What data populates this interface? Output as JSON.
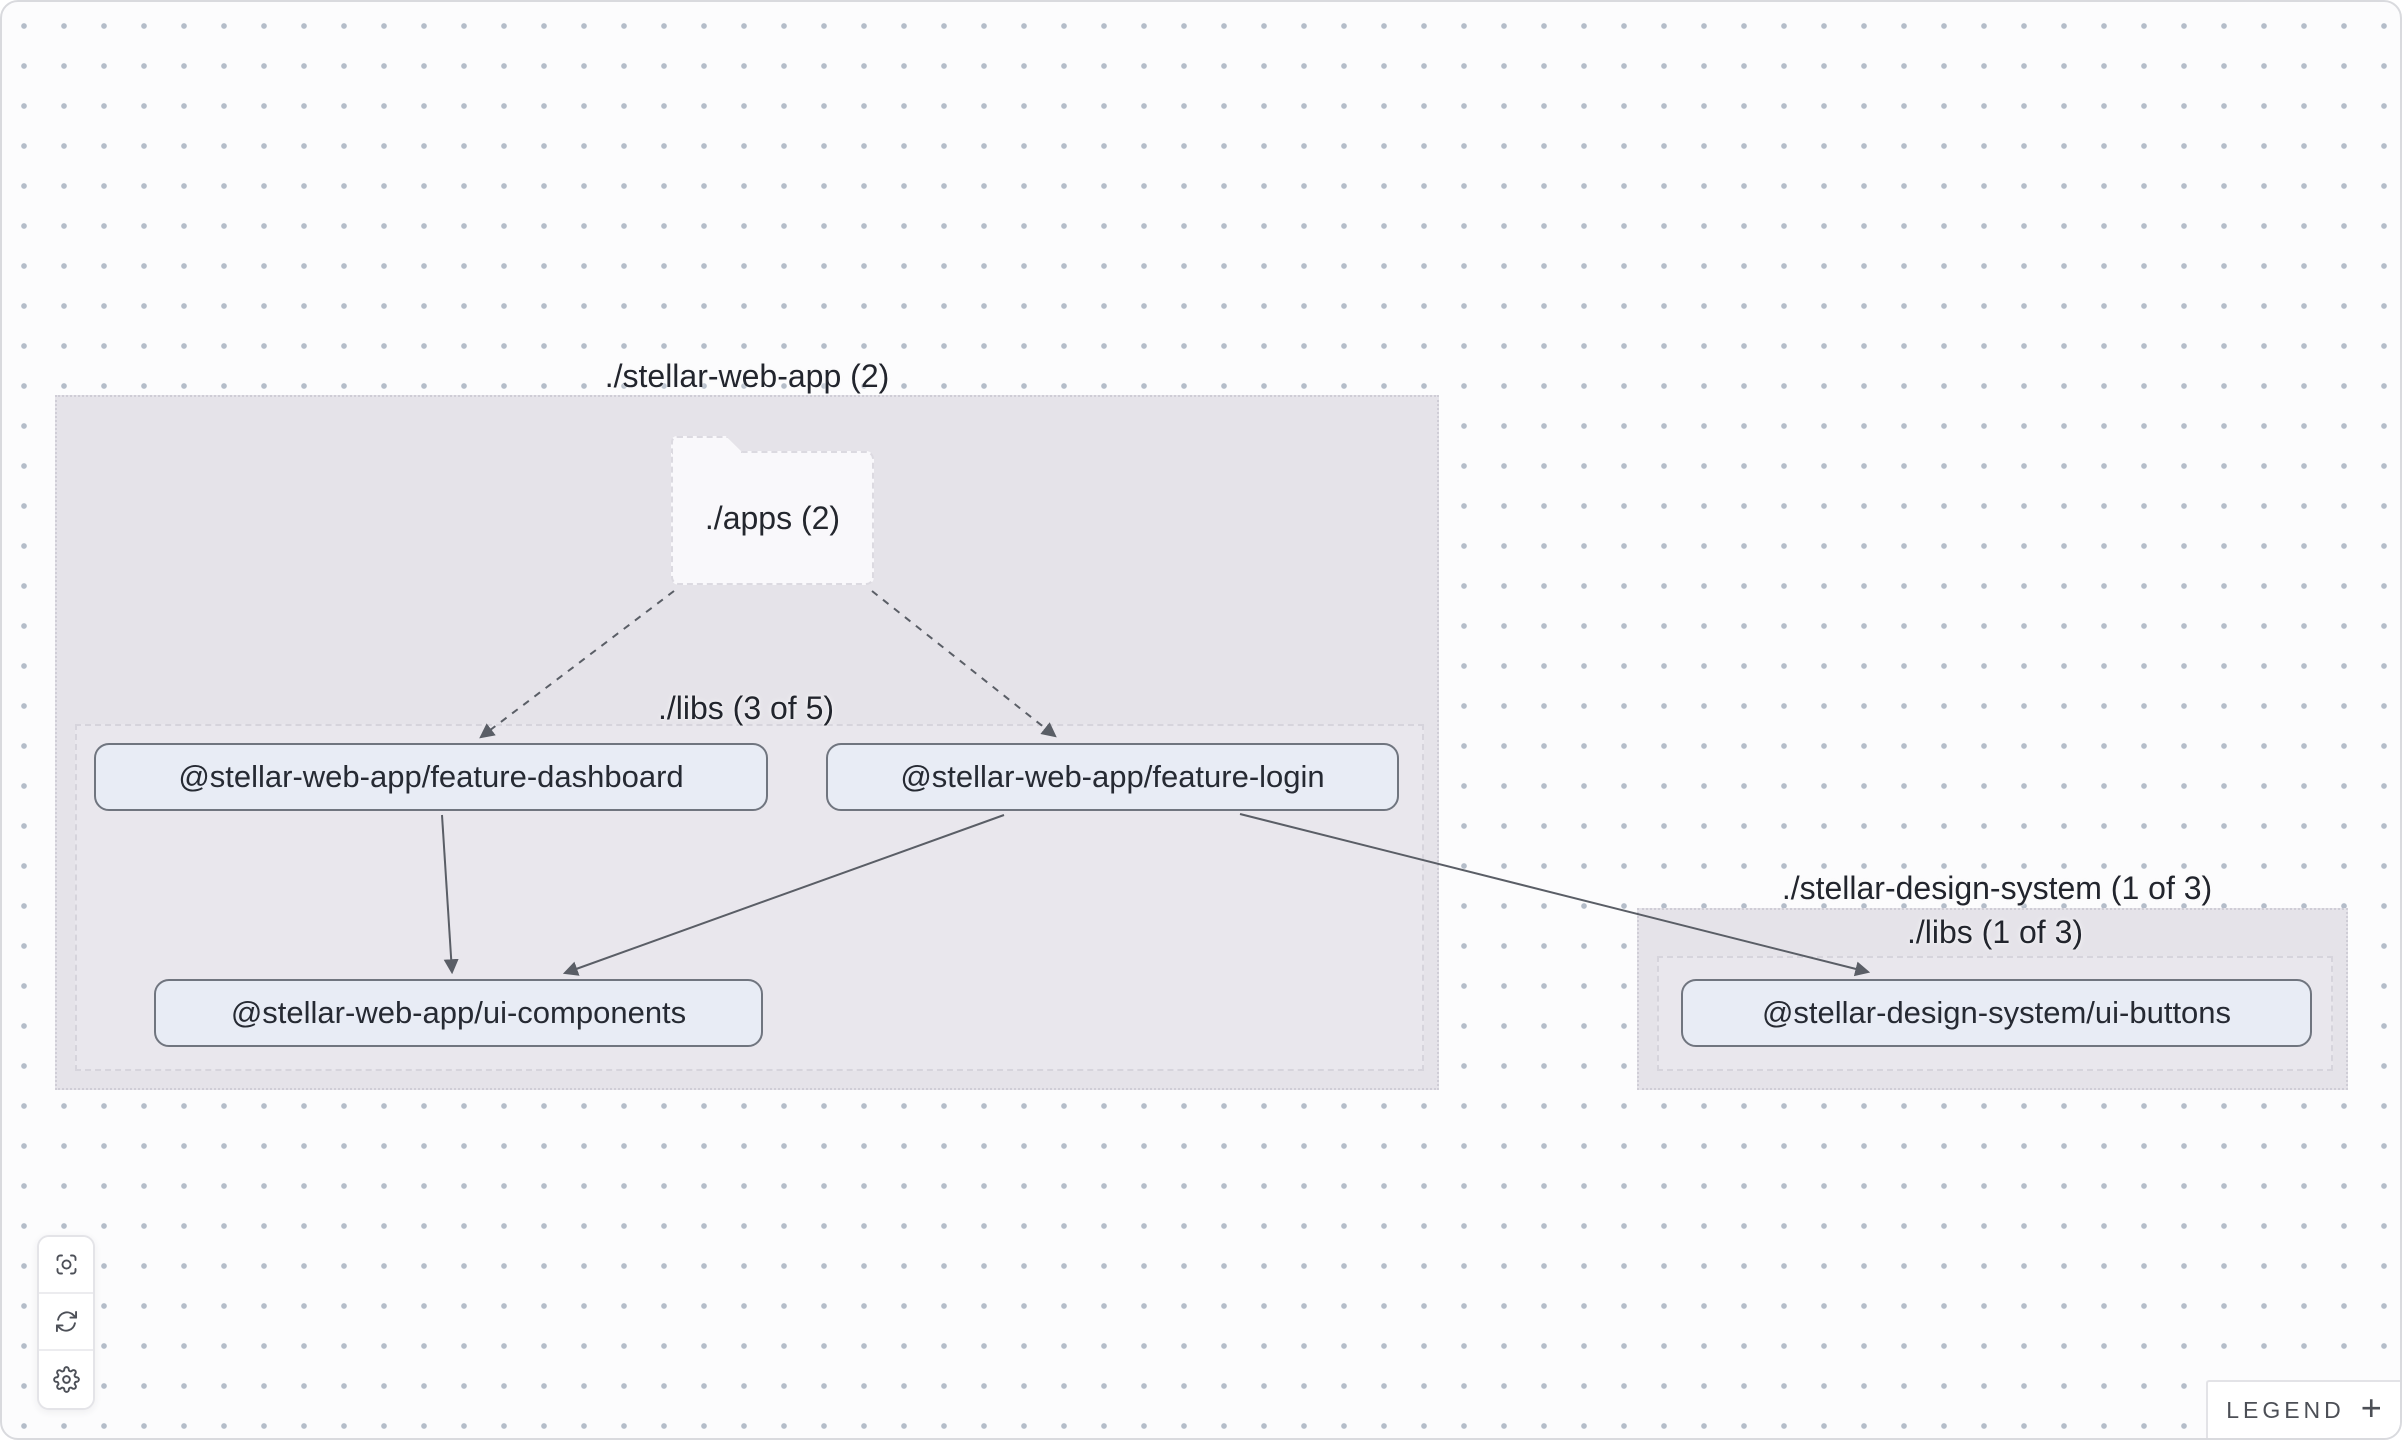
{
  "graph": {
    "groups": [
      {
        "id": "stellar-web-app",
        "label": "./stellar-web-app (2)"
      },
      {
        "id": "stellar-design-system",
        "label": "./stellar-design-system (1 of 3)"
      }
    ],
    "subgroups": [
      {
        "id": "libs-web-app",
        "label": "./libs (3 of 5)"
      },
      {
        "id": "libs-design-system",
        "label": "./libs (1 of 3)"
      }
    ],
    "folders": [
      {
        "id": "apps",
        "label": "./apps (2)"
      }
    ],
    "nodes": [
      {
        "id": "feature-dashboard",
        "label": "@stellar-web-app/feature-dashboard"
      },
      {
        "id": "feature-login",
        "label": "@stellar-web-app/feature-login"
      },
      {
        "id": "ui-components",
        "label": "@stellar-web-app/ui-components"
      },
      {
        "id": "ui-buttons",
        "label": "@stellar-design-system/ui-buttons"
      }
    ],
    "edges": [
      {
        "from": "./apps (2)",
        "to": "@stellar-web-app/feature-dashboard",
        "style": "dashed"
      },
      {
        "from": "./apps (2)",
        "to": "@stellar-web-app/feature-login",
        "style": "dashed"
      },
      {
        "from": "@stellar-web-app/feature-dashboard",
        "to": "@stellar-web-app/ui-components",
        "style": "solid"
      },
      {
        "from": "@stellar-web-app/feature-login",
        "to": "@stellar-web-app/ui-components",
        "style": "solid"
      },
      {
        "from": "@stellar-web-app/feature-login",
        "to": "@stellar-design-system/ui-buttons",
        "style": "solid"
      }
    ]
  },
  "toolbar": {
    "buttons": [
      {
        "icon": "focus-icon"
      },
      {
        "icon": "refresh-icon"
      },
      {
        "icon": "settings-icon"
      }
    ]
  },
  "legend": {
    "label": "LEGEND",
    "expand_glyph": "+"
  },
  "colors": {
    "canvas_bg": "#fcfcfd",
    "dot": "#78889e",
    "group_fill": "#e5e3e9",
    "subgroup_fill": "#e9e7ed",
    "node_fill": "#e8ecf5",
    "node_border": "#70757f",
    "edge": "#5a5e66",
    "text": "#22252d"
  }
}
